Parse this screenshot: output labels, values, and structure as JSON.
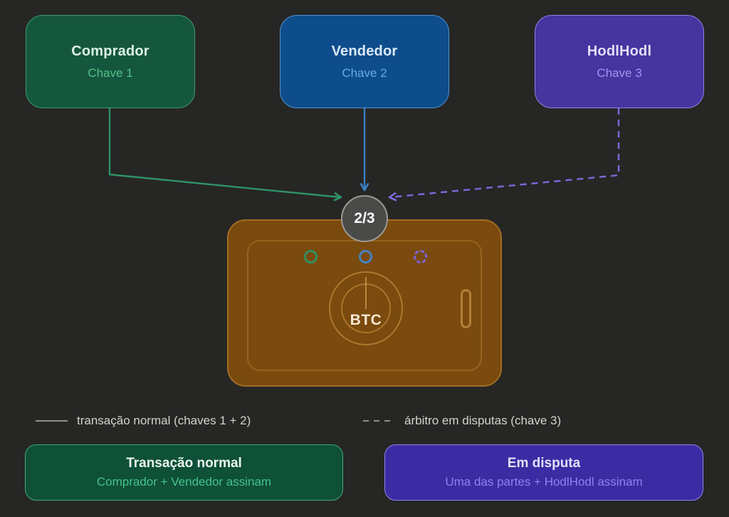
{
  "keys": {
    "comprador": {
      "title": "Comprador",
      "subtitle": "Chave 1"
    },
    "vendedor": {
      "title": "Vendedor",
      "subtitle": "Chave 2"
    },
    "hodlhodl": {
      "title": "HodlHodl",
      "subtitle": "Chave 3"
    }
  },
  "multisig": {
    "badge": "2/3",
    "vault_label": "BTC"
  },
  "legend": {
    "normal_line": "transação normal (chaves 1 + 2)",
    "dispute_line": "árbitro em disputas (chave 3)"
  },
  "outcomes": {
    "normal": {
      "title": "Transação normal",
      "subtitle": "Comprador + Vendedor assinam"
    },
    "dispute": {
      "title": "Em disputa",
      "subtitle": "Uma das partes + HodlHodl assinam"
    }
  },
  "colors": {
    "background": "#262625",
    "buyer_green_fill": "#15573e",
    "seller_blue_fill": "#0e4d8b",
    "arbiter_purple_fill": "#46349f",
    "vault_brown_fill": "#7a4a0e",
    "vault_border": "#a26d22",
    "badge_gray_fill": "#4a4a48",
    "connector_green": "#2f9367",
    "connector_blue": "#3a7fc2",
    "connector_purple_dashed": "#7f68dc",
    "accent_green_text": "#44c38a",
    "accent_blue_text": "#68a9e7",
    "accent_purple_text": "#9280f0",
    "legend_gray": "#90908a"
  }
}
